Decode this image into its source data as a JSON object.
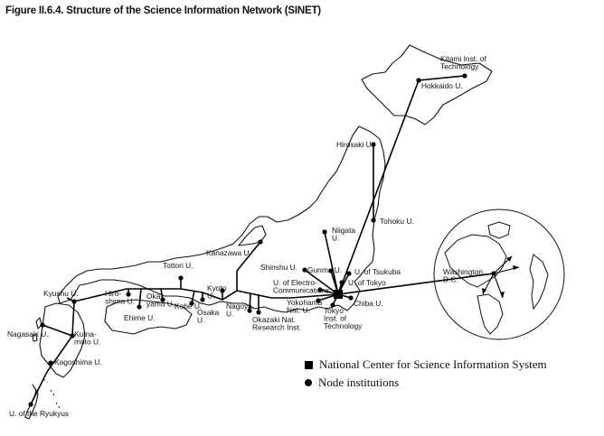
{
  "title": "Figure II.6.4. Structure of the Science Information Network (SINET)",
  "legend": {
    "center": "National Center for Science Information System",
    "node": "Node institutions"
  },
  "labels": {
    "kitami": [
      "Kitami Inst. of",
      "Technology"
    ],
    "hokkaido": [
      "Hokkaido U."
    ],
    "hirosaki": [
      "Hirosaki U."
    ],
    "tohoku": [
      "Tohoku U."
    ],
    "niigata": [
      "Niigata",
      "U."
    ],
    "kanazawa": [
      "Kanazawa U."
    ],
    "tottori": [
      "Tottori U."
    ],
    "shinshu": [
      "Shinshu U."
    ],
    "gunma": [
      "Gunma U."
    ],
    "tsukuba": [
      "U. of Tsukuba"
    ],
    "tokyo": [
      "U. of Tokyo"
    ],
    "electro": [
      "U. of Electro-",
      "Communications"
    ],
    "kyushu": [
      "Kyushu U."
    ],
    "hiroshima": [
      "Hiro-",
      "shima U."
    ],
    "okayama": [
      "Oka-",
      "yama U."
    ],
    "kobe": [
      "Kobe U."
    ],
    "kyoto": [
      "Kyoto",
      "U."
    ],
    "osaka": [
      "Osaka",
      "U."
    ],
    "nagoya": [
      "Nagoya",
      "U."
    ],
    "okazaki": [
      "Okazaki Nat.",
      "Research Inst."
    ],
    "yokohama": [
      "Yokohama",
      "Nat. U."
    ],
    "tit": [
      "Tokyo",
      "Inst. of",
      "Technology"
    ],
    "chiba": [
      "Chiba U."
    ],
    "ehime": [
      "Ehime U."
    ],
    "nagasaki": [
      "Nagasaki U."
    ],
    "kumamoto": [
      "Kuma-",
      "moto U."
    ],
    "kagoshima": [
      "Kagoshima U."
    ],
    "ryukyus": [
      "U. of the Ryukyus"
    ],
    "washington": [
      "Washington,",
      "D.C."
    ]
  }
}
